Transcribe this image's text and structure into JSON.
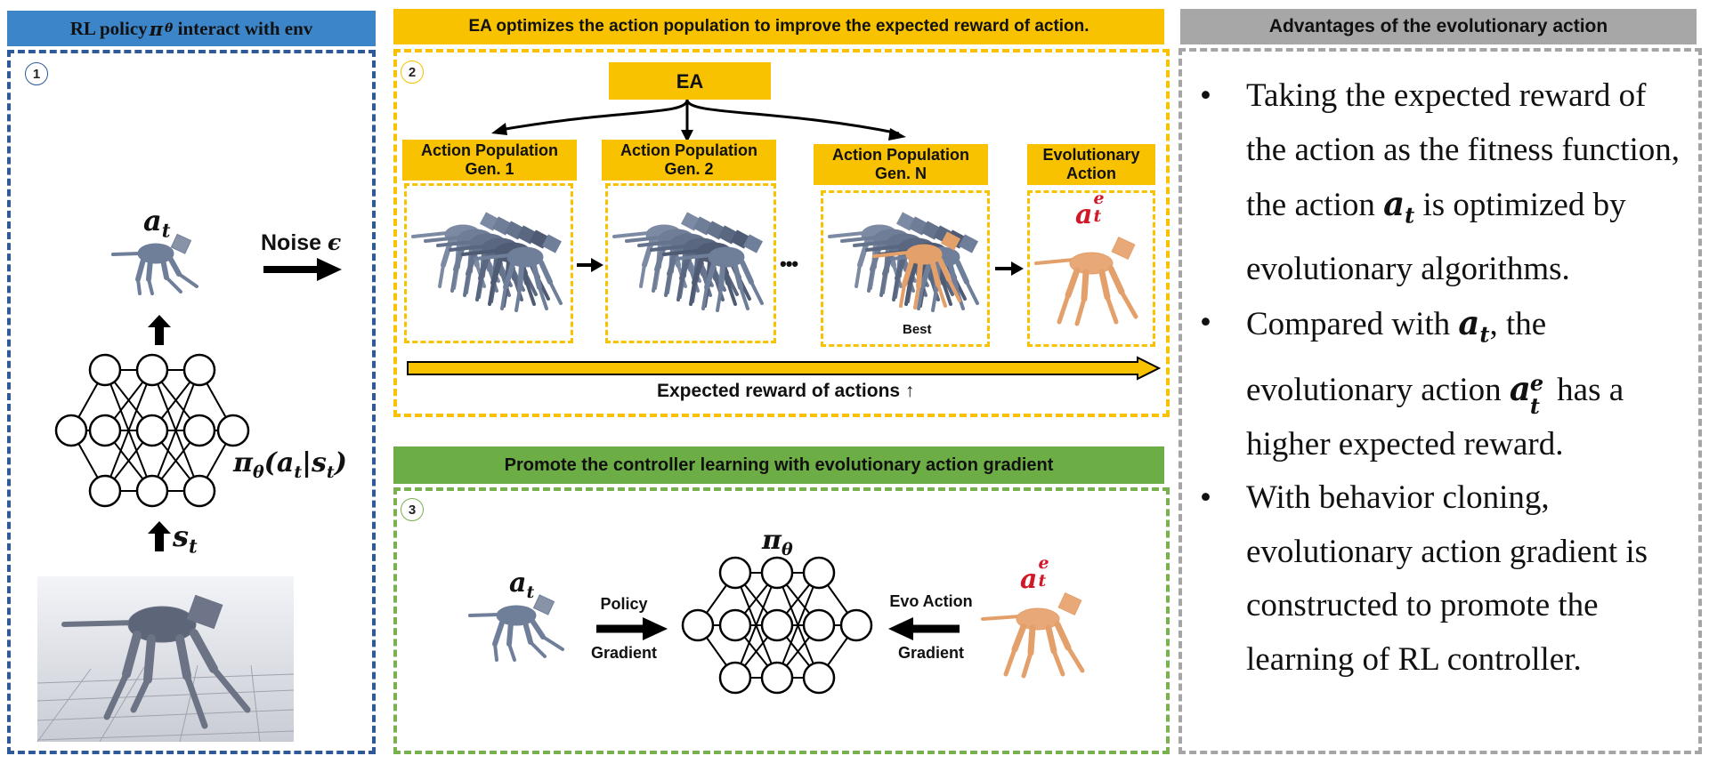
{
  "panel1": {
    "header_prefix": "RL policy ",
    "header_symbol": "π",
    "header_symbol_sub": "θ",
    "header_suffix": " interact with env",
    "badge": "1",
    "action_symbol": "a",
    "action_sub": "t",
    "noise_label": "Noise ",
    "noise_symbol": "ϵ",
    "policy_symbol": "π",
    "policy_sub": "θ",
    "policy_args_open": "(",
    "policy_a": "a",
    "policy_a_sub": "t",
    "policy_bar": "|",
    "policy_s": "s",
    "policy_s_sub": "t",
    "policy_args_close": ")",
    "state_symbol": "s",
    "state_sub": "t"
  },
  "panel2": {
    "header": "EA optimizes the action population to improve the expected reward of action.",
    "badge": "2",
    "ea_label": "EA",
    "gen1_line1": "Action Population",
    "gen1_line2": "Gen. 1",
    "gen2_line1": "Action Population",
    "gen2_line2": "Gen. 2",
    "genn_line1": "Action Population",
    "genn_line2": "Gen. N",
    "evo_line1": "Evolutionary",
    "evo_line2": "Action",
    "evo_symbol": "a",
    "evo_sup": "e",
    "evo_sub": "t",
    "ellipsis": "•••",
    "best_label": "Best",
    "reward_label": "Expected reward of actions ↑"
  },
  "panel3": {
    "header": "Promote the controller learning with evolutionary action gradient",
    "badge": "3",
    "policy_symbol": "π",
    "policy_sub": "θ",
    "action_symbol": "a",
    "action_sub": "t",
    "policy_grad_line1": "Policy",
    "policy_grad_line2": "Gradient",
    "evo_grad_line1": "Evo Action",
    "evo_grad_line2": "Gradient",
    "evo_symbol": "a",
    "evo_sup": "e",
    "evo_sub": "t"
  },
  "panel4": {
    "header": "Advantages of the evolutionary action",
    "bullet_char": "•",
    "bullet1": "Taking the expected reward of the action as the fitness function, the action ",
    "bullet1_symbol": "a",
    "bullet1_sub": "t",
    "bullet1_end": " is optimized by evolutionary algorithms.",
    "bullet2": "Compared with ",
    "bullet2_symbol": "a",
    "bullet2_sub": "t",
    "bullet2_mid": ", the evolutionary action ",
    "bullet2_evo": "a",
    "bullet2_evo_sup": "e",
    "bullet2_evo_sub": "t",
    "bullet2_end": " has a higher expected reward.",
    "bullet3": "With behavior cloning, evolutionary action gradient is constructed to promote the learning of RL controller."
  },
  "colors": {
    "blue_header": "#3c85c9",
    "blue_border": "#2f5a97",
    "yellow": "#f9c200",
    "green_header": "#6cae45",
    "green_border": "#79b14e",
    "gray_header": "#a7a7a7",
    "gray_border": "#a5a5a5",
    "robot_blue": "#6f7f9a",
    "robot_orange": "#e3a06b",
    "red_symbol": "#d0182a"
  }
}
